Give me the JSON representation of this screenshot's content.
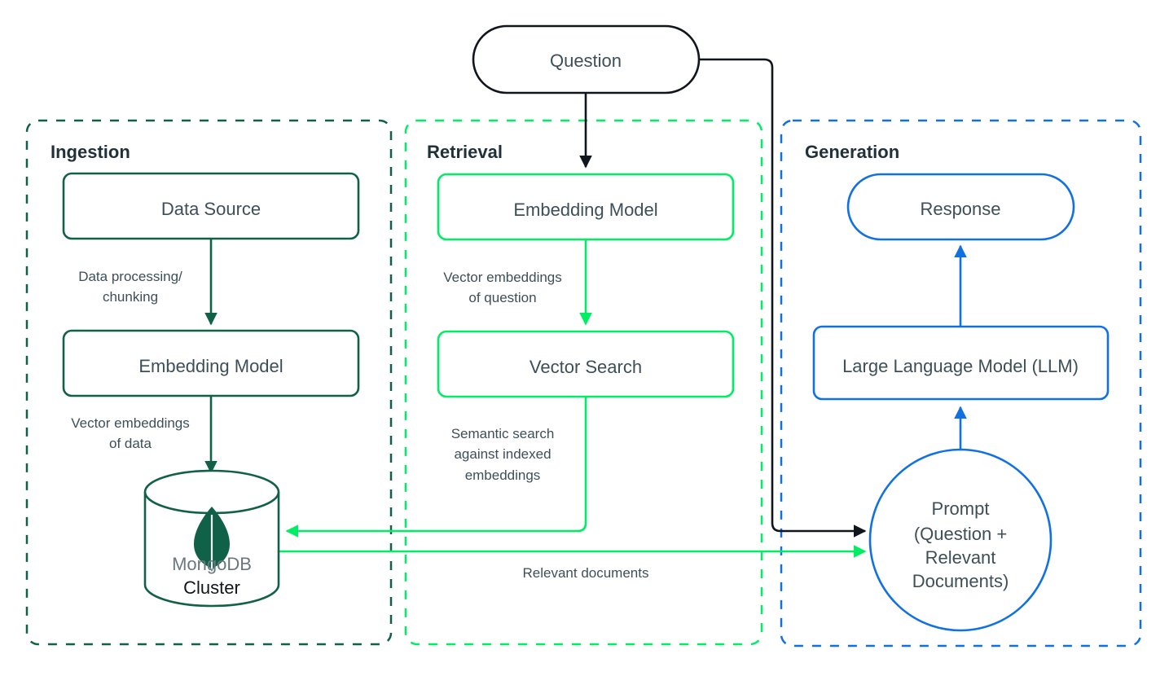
{
  "diagram": {
    "title": "RAG architecture with MongoDB",
    "background_color": "#ffffff",
    "colors": {
      "dark_green": "#116149",
      "bright_green": "#00ED64",
      "blue": "#1171E3",
      "black": "#11151c",
      "text_gray": "#3d4f58",
      "heading": "#21313c",
      "mongo_gray": "#6b7780"
    }
  },
  "top": {
    "question_node": {
      "label": "Question",
      "shape": "pill",
      "border_color": "#11151c"
    }
  },
  "sections": [
    {
      "id": "ingestion",
      "title": "Ingestion",
      "border_color": "#116149",
      "nodes": [
        {
          "id": "data-source",
          "label": "Data Source",
          "shape": "rounded-rect",
          "color": "#116149"
        },
        {
          "id": "embedding-model-ingestion",
          "label": "Embedding Model",
          "shape": "rounded-rect",
          "color": "#116149"
        },
        {
          "id": "mongodb-cluster",
          "label_line1": "MongoDB",
          "label_line2": "Cluster",
          "shape": "cylinder",
          "color": "#116149",
          "icon": "mongodb-leaf-icon"
        }
      ],
      "edges": [
        {
          "id": "data-processing",
          "label_line1": "Data processing/",
          "label_line2": "chunking",
          "color": "#116149"
        },
        {
          "id": "vector-embeddings-data",
          "label_line1": "Vector embeddings",
          "label_line2": "of data",
          "color": "#116149"
        }
      ]
    },
    {
      "id": "retrieval",
      "title": "Retrieval",
      "border_color": "#00ED64",
      "nodes": [
        {
          "id": "embedding-model-retrieval",
          "label": "Embedding Model",
          "shape": "rounded-rect",
          "color": "#00ED64"
        },
        {
          "id": "vector-search",
          "label": "Vector Search",
          "shape": "rounded-rect",
          "color": "#00ED64"
        }
      ],
      "edges": [
        {
          "id": "vector-embeddings-question",
          "label_line1": "Vector embeddings",
          "label_line2": "of question",
          "color": "#00ED64"
        },
        {
          "id": "semantic-search",
          "label_line1": "Semantic search",
          "label_line2": "against indexed",
          "label_line3": "embeddings",
          "color": "#00ED64"
        }
      ]
    },
    {
      "id": "generation",
      "title": "Generation",
      "border_color": "#1171E3",
      "nodes": [
        {
          "id": "response",
          "label": "Response",
          "shape": "pill",
          "color": "#1171E3"
        },
        {
          "id": "large-language-model",
          "label": "Large Language Model (LLM)",
          "shape": "rounded-rect",
          "color": "#1171E3"
        },
        {
          "id": "prompt",
          "label_line1": "Prompt",
          "label_line2": "(Question +",
          "label_line3": "Relevant",
          "label_line4": "Documents)",
          "shape": "circle",
          "color": "#1171E3"
        }
      ],
      "edges": []
    }
  ],
  "cross_edges": [
    {
      "id": "relevant-documents",
      "label": "Relevant documents",
      "color": "#00ED64",
      "from": "mongodb-cluster",
      "to": "prompt"
    },
    {
      "id": "question-to-prompt",
      "label": "",
      "color": "#11151c",
      "from": "question",
      "to": "prompt"
    },
    {
      "id": "vector-search-to-cluster",
      "label": "",
      "color": "#00ED64",
      "from": "vector-search",
      "to": "mongodb-cluster"
    }
  ]
}
